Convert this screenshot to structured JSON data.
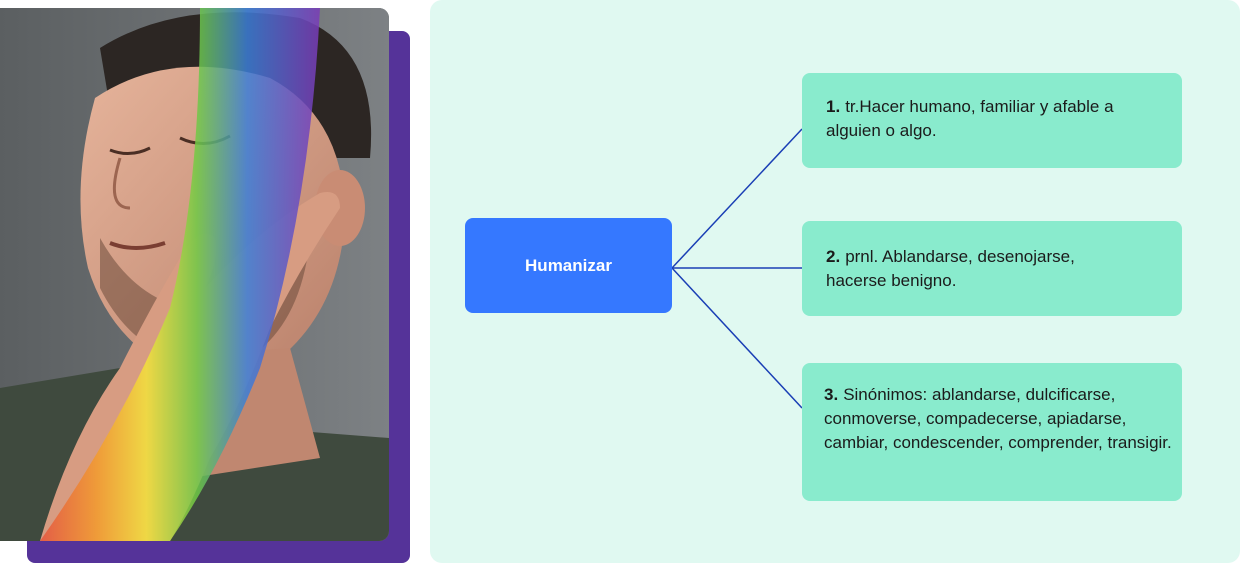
{
  "diagram": {
    "root": {
      "label": "Humanizar"
    },
    "definitions": [
      {
        "number": "1.",
        "text": "tr.Hacer humano, familiar y afable a alguien o algo."
      },
      {
        "number": "2.",
        "text": "prnl. Ablandarse, desenojarse, hacerse benigno."
      },
      {
        "number": "3.",
        "text": "Sinónimos: ablandarse, dulcificarse, conmoverse, compadecerse, apiadarse, cambiar, condescender, comprender, transigir."
      }
    ]
  },
  "colors": {
    "panel_bg": "#e0f9f1",
    "root_bg": "#3578ff",
    "definition_bg": "#89ebcd",
    "connector": "#1a3fb5",
    "photo_accent": "#553399"
  },
  "photo": {
    "subject": "man-with-rainbow-light-on-face"
  }
}
